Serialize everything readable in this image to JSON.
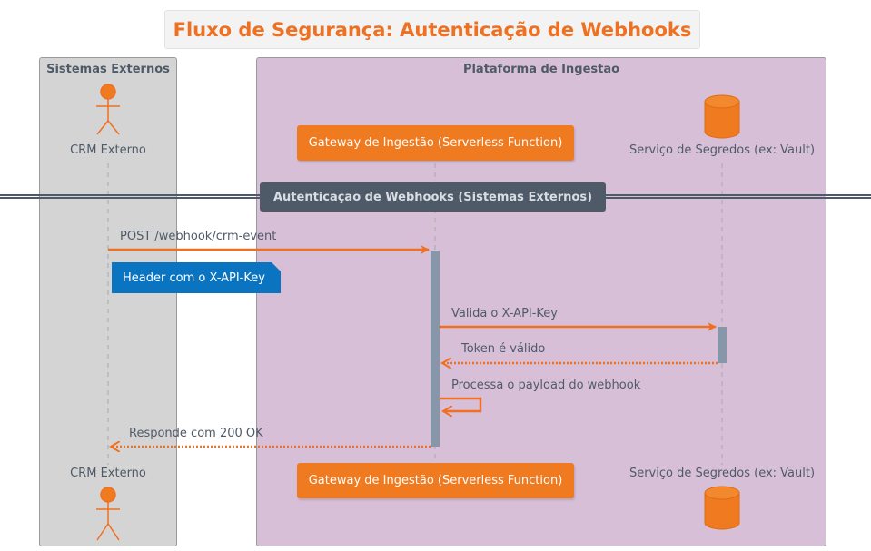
{
  "title": "Fluxo de Segurança: Autenticação de Webhooks",
  "boxes": {
    "external": "Sistemas Externos",
    "platform": "Plataforma de Ingestão"
  },
  "participants": {
    "crm": "CRM Externo",
    "gateway": "Gateway de Ingestão (Serverless Function)",
    "vault": "Serviço de Segredos (ex: Vault)"
  },
  "divider": "Autenticação de Webhooks (Sistemas Externos)",
  "messages": {
    "m1": "POST /webhook/crm-event",
    "m2": "Valida o X-API-Key",
    "m3": "Token é válido",
    "m4": "Processa o payload do webhook",
    "m5": "Responde com 200 OK"
  },
  "note": "Header com o X-API-Key",
  "colors": {
    "accent": "#ee7020",
    "participant": "#f07a20",
    "divider": "#4f5a68",
    "note": "#0a74c0",
    "activation": "#8796a8",
    "external_box": "#d4d4d4",
    "platform_box": "#d8bfd8"
  }
}
